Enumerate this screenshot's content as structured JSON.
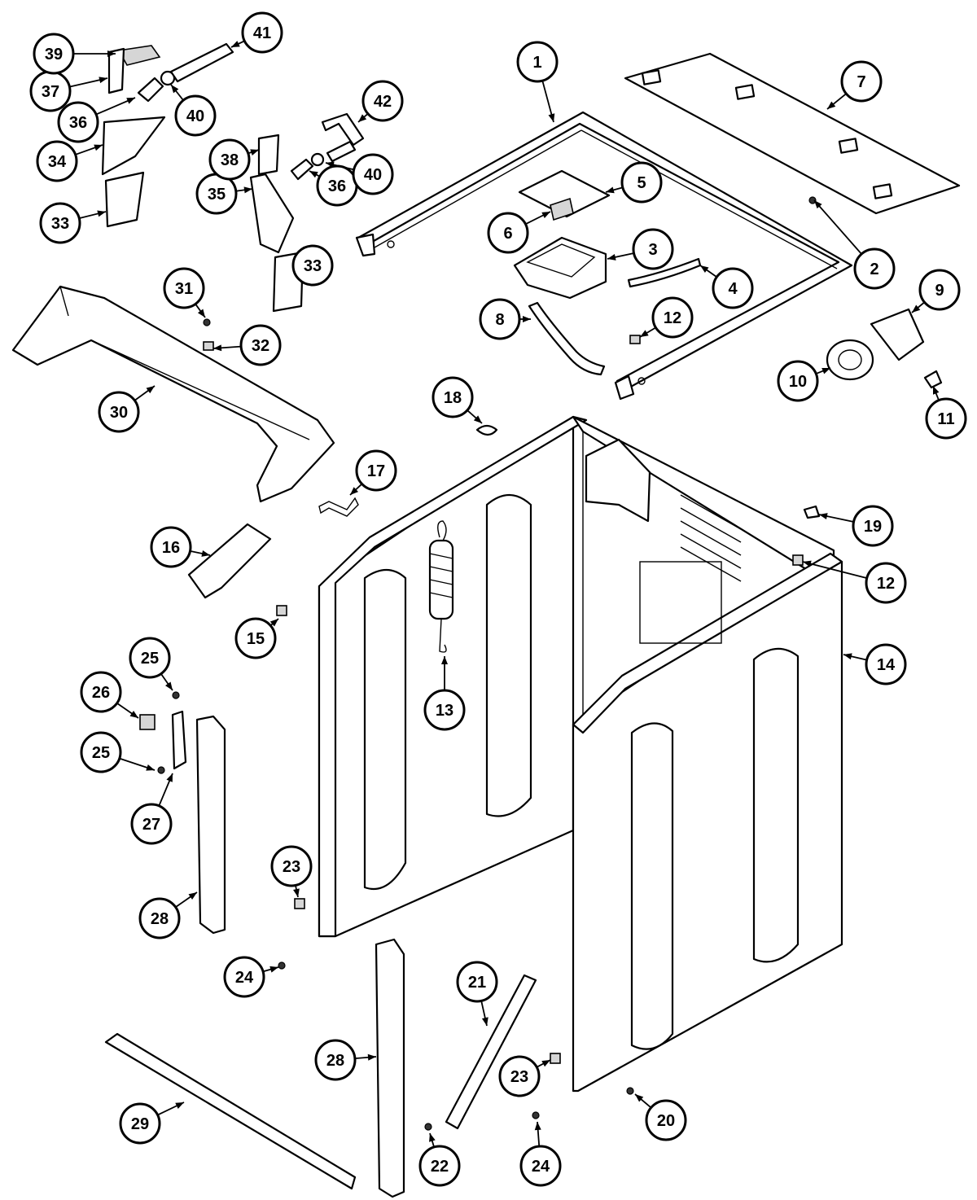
{
  "callouts": [
    {
      "id": "c1",
      "label": "1"
    },
    {
      "id": "c2",
      "label": "2"
    },
    {
      "id": "c3",
      "label": "3"
    },
    {
      "id": "c4",
      "label": "4"
    },
    {
      "id": "c5",
      "label": "5"
    },
    {
      "id": "c6",
      "label": "6"
    },
    {
      "id": "c7",
      "label": "7"
    },
    {
      "id": "c8",
      "label": "8"
    },
    {
      "id": "c9",
      "label": "9"
    },
    {
      "id": "c10",
      "label": "10"
    },
    {
      "id": "c11",
      "label": "11"
    },
    {
      "id": "c12a",
      "label": "12"
    },
    {
      "id": "c12b",
      "label": "12"
    },
    {
      "id": "c13",
      "label": "13"
    },
    {
      "id": "c14",
      "label": "14"
    },
    {
      "id": "c15",
      "label": "15"
    },
    {
      "id": "c16",
      "label": "16"
    },
    {
      "id": "c17",
      "label": "17"
    },
    {
      "id": "c18",
      "label": "18"
    },
    {
      "id": "c19",
      "label": "19"
    },
    {
      "id": "c20",
      "label": "20"
    },
    {
      "id": "c21",
      "label": "21"
    },
    {
      "id": "c22",
      "label": "22"
    },
    {
      "id": "c23a",
      "label": "23"
    },
    {
      "id": "c23b",
      "label": "23"
    },
    {
      "id": "c24a",
      "label": "24"
    },
    {
      "id": "c24b",
      "label": "24"
    },
    {
      "id": "c25a",
      "label": "25"
    },
    {
      "id": "c25b",
      "label": "25"
    },
    {
      "id": "c26",
      "label": "26"
    },
    {
      "id": "c27",
      "label": "27"
    },
    {
      "id": "c28a",
      "label": "28"
    },
    {
      "id": "c28b",
      "label": "28"
    },
    {
      "id": "c29",
      "label": "29"
    },
    {
      "id": "c30",
      "label": "30"
    },
    {
      "id": "c31",
      "label": "31"
    },
    {
      "id": "c32",
      "label": "32"
    },
    {
      "id": "c33a",
      "label": "33"
    },
    {
      "id": "c33b",
      "label": "33"
    },
    {
      "id": "c34",
      "label": "34"
    },
    {
      "id": "c35",
      "label": "35"
    },
    {
      "id": "c36a",
      "label": "36"
    },
    {
      "id": "c36b",
      "label": "36"
    },
    {
      "id": "c37",
      "label": "37"
    },
    {
      "id": "c38",
      "label": "38"
    },
    {
      "id": "c39",
      "label": "39"
    },
    {
      "id": "c40a",
      "label": "40"
    },
    {
      "id": "c40b",
      "label": "40"
    },
    {
      "id": "c41",
      "label": "41"
    },
    {
      "id": "c42",
      "label": "42"
    }
  ]
}
